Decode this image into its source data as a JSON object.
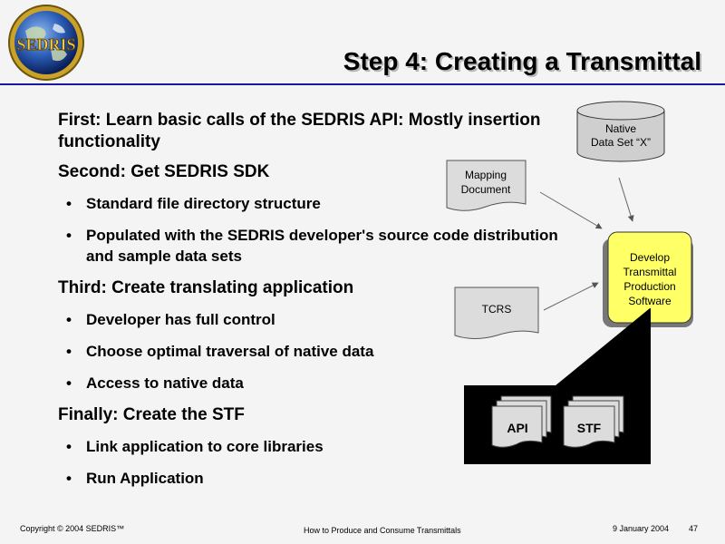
{
  "header": {
    "logo_text": "SEDRIS",
    "title": "Step 4: Creating a Transmittal"
  },
  "content": {
    "first": "First: Learn basic calls of the SEDRIS API: Mostly insertion functionality",
    "second": "Second: Get SEDRIS SDK",
    "second_bullets": [
      "Standard file directory structure",
      "Populated with the SEDRIS developer's source code distribution and sample data sets"
    ],
    "third": "Third: Create translating application",
    "third_bullets": [
      "Developer has full control",
      "Choose optimal traversal of native data",
      "Access to native data"
    ],
    "finally": "Finally:  Create the STF",
    "finally_bullets": [
      "Link application to core libraries",
      "Run Application"
    ]
  },
  "diagram": {
    "native_line1": "Native",
    "native_line2": "Data Set “X”",
    "mapping_line1": "Mapping",
    "mapping_line2": "Document",
    "tcrs": "TCRS",
    "develop_lines": [
      "Develop",
      "Transmittal",
      "Production",
      "Software"
    ],
    "api": "API",
    "stf": "STF"
  },
  "footer": {
    "copyright": "Copyright © 2004 SEDRIS™",
    "center": "How to Produce and Consume Transmittals",
    "date": "9 January 2004",
    "page": "47"
  },
  "colors": {
    "title_rule": "#1a1aa0",
    "develop_fill": "#ffff66",
    "document_fill": "#dcdcdc",
    "panel_bg": "#000000"
  }
}
